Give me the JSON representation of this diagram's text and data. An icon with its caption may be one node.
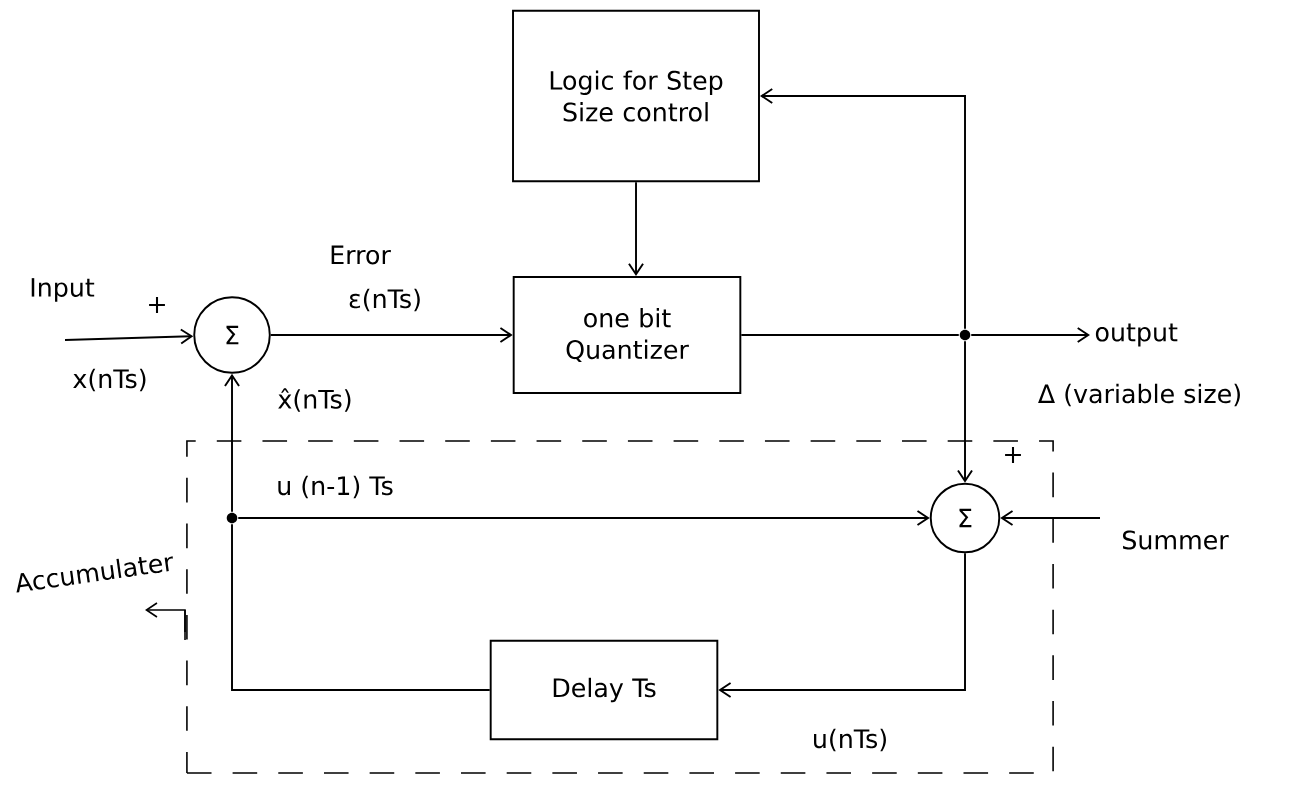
{
  "diagram": {
    "nodes": [
      {
        "text": [
          "Logic for Step Size control"
        ]
      },
      {
        "text": [
          "Σ"
        ]
      },
      {
        "text": [
          "one bit Quantizer"
        ]
      },
      {
        "text": [],
        "shape": "dot"
      },
      {
        "text": [
          "output"
        ]
      },
      {
        "text": [
          "Accumulater"
        ]
      },
      {
        "text": [],
        "shape": "dot",
        "in": 5
      },
      {
        "text": [
          "Σ"
        ],
        "in": 5
      },
      {
        "text": [
          "Delay Ts"
        ],
        "in": 5
      }
    ],
    "edges": [
      {
        "from": null,
        "to": 1,
        "arrow": "to"
      },
      {
        "from": 1,
        "to": 2,
        "arrow": "to"
      },
      {
        "from": 0,
        "to": 2,
        "arrow": "to"
      },
      {
        "from": 2,
        "to": 3,
        "arrow": "none"
      },
      {
        "from": 3,
        "to": 4,
        "arrow": "to"
      },
      {
        "from": 3,
        "to": 0,
        "arrow": "to"
      },
      {
        "from": 3,
        "to": 7,
        "arrow": "to"
      },
      {
        "from": 7,
        "to": 8,
        "arrow": "to"
      },
      {
        "from": 8,
        "to": 6,
        "arrow": "none"
      },
      {
        "from": 6,
        "to": 1,
        "arrow": "to"
      },
      {
        "from": 6,
        "to": 7,
        "arrow": "to"
      },
      {
        "from": null,
        "to": 7,
        "arrow": "to"
      }
    ],
    "labels": [
      "Input",
      "+",
      "x(nTs)",
      "Error",
      "ε(nTs)",
      "x̂(nTs)",
      "u (n-1) Ts",
      "Δ (variable size)",
      "+",
      "Summer",
      "u(nTs)"
    ]
  }
}
